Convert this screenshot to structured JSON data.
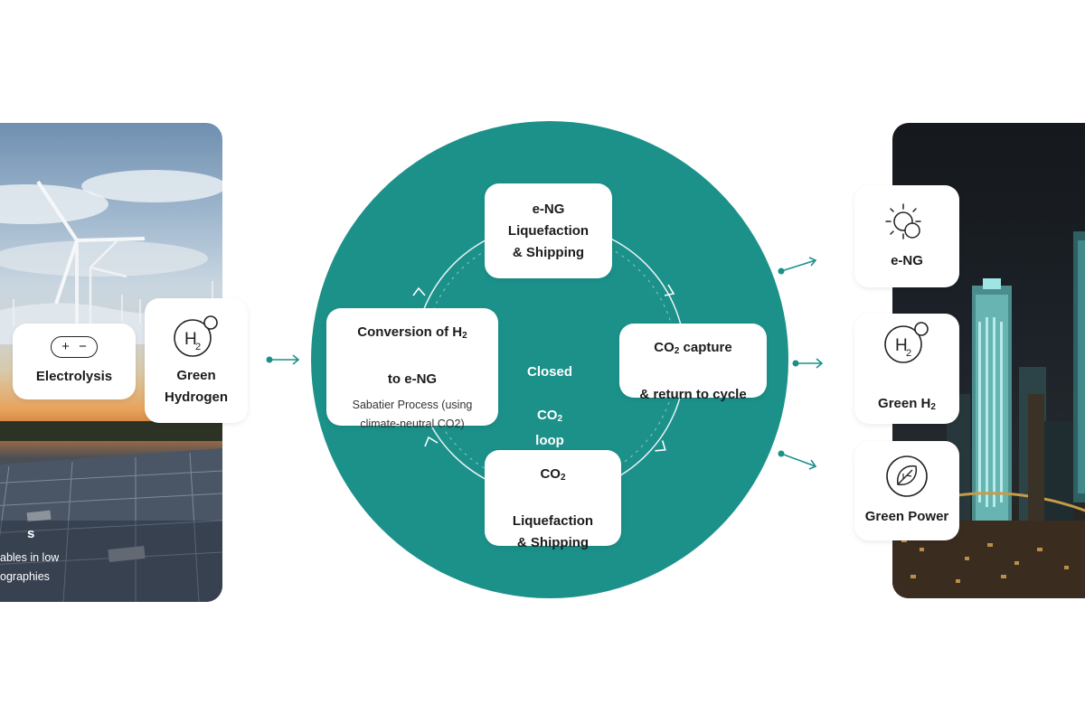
{
  "left": {
    "electrolysis": {
      "label": "Electrolysis",
      "icon_plus": "+",
      "icon_minus": "−",
      "icon": "battery-plus-minus-icon"
    },
    "green_hydrogen": {
      "label": "Green\nHydrogen",
      "icon": "h2-molecule-icon",
      "icon_text": "H",
      "icon_sub": "2"
    },
    "caption_title": "s",
    "caption_line1": "ables in low",
    "caption_line2": "ographies"
  },
  "loop": {
    "center_label": "Closed",
    "center_label_2": "loop",
    "center_co": "CO",
    "center_sub": "2",
    "eng_shipping": "e-NG\nLiquefaction\n& Shipping",
    "conversion_title_a": "Conversion of H",
    "conversion_title_sub": "2",
    "conversion_title_b": "to e-NG",
    "conversion_desc": "Sabatier Process (using\nclimate-neutral CO2)",
    "co2_capture_a": "CO",
    "co2_capture_sub": "2",
    "co2_capture_b": " capture",
    "co2_capture_c": "& return to cycle",
    "co2_ship_a": "CO",
    "co2_ship_sub": "2",
    "co2_ship_b": "Liquefaction\n& Shipping"
  },
  "outputs": {
    "eng": {
      "label": "e-NG",
      "icon": "sun-gas-icon"
    },
    "green_h2": {
      "label_a": "Green H",
      "label_sub": "2",
      "icon": "h2-molecule-icon",
      "icon_text": "H",
      "icon_sub": "2"
    },
    "green_power": {
      "label": "Green Power",
      "icon": "leaf-icon"
    }
  },
  "colors": {
    "teal": "#1b918a",
    "arrow": "#1b918a",
    "card": "#ffffff"
  }
}
